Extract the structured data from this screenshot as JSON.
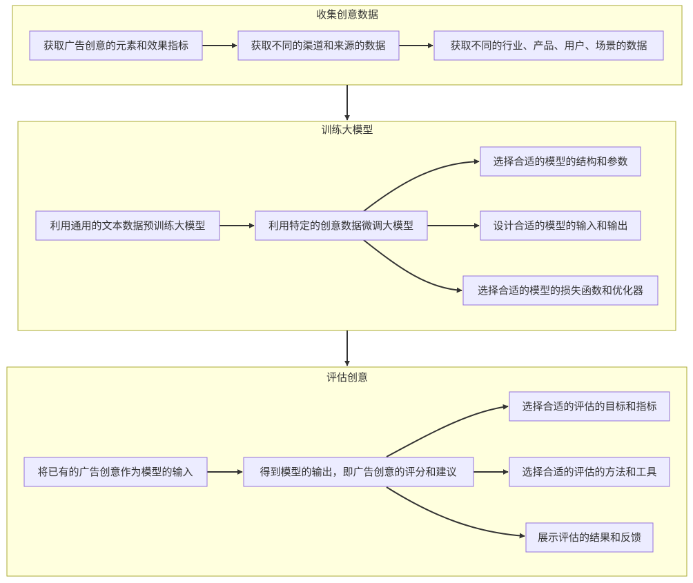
{
  "colors": {
    "cluster_fill": "#ffffde",
    "cluster_stroke": "#aaaa33",
    "node_fill": "#ececff",
    "node_stroke": "#9370db",
    "edge": "#333333",
    "text": "#333333"
  },
  "groups": [
    {
      "title": "收集创意数据",
      "nodes": [
        "获取广告创意的元素和效果指标",
        "获取不同的渠道和来源的数据",
        "获取不同的行业、产品、用户、场景的数据"
      ]
    },
    {
      "title": "训练大模型",
      "nodes": [
        "利用通用的文本数据预训练大模型",
        "利用特定的创意数据微调大模型",
        "选择合适的模型的结构和参数",
        "设计合适的模型的输入和输出",
        "选择合适的模型的损失函数和优化器"
      ]
    },
    {
      "title": "评估创意",
      "nodes": [
        "将已有的广告创意作为模型的输入",
        "得到模型的输出，即广告创意的评分和建议",
        "选择合适的评估的目标和指标",
        "选择合适的评估的方法和工具",
        "展示评估的结果和反馈"
      ]
    }
  ]
}
